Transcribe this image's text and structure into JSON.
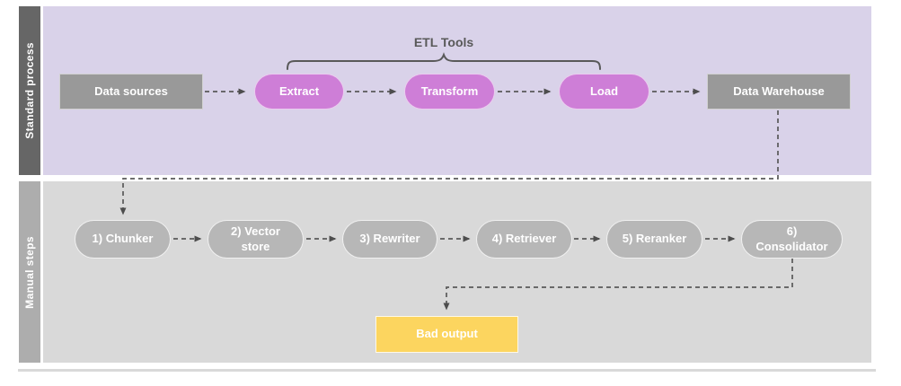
{
  "lanes": [
    {
      "label": "Standard process",
      "bracket_label": "ETL Tools",
      "nodes": [
        {
          "label": "Data sources"
        },
        {
          "label": "Extract"
        },
        {
          "label": "Transform"
        },
        {
          "label": "Load"
        },
        {
          "label": "Data Warehouse"
        }
      ]
    },
    {
      "label": "Manual steps",
      "nodes": [
        {
          "label": "1) Chunker"
        },
        {
          "label": "2) Vector store"
        },
        {
          "label": "3) Rewriter"
        },
        {
          "label": "4) Retriever"
        },
        {
          "label": "5) Reranker"
        },
        {
          "label": "6) Consolidator"
        },
        {
          "label": "Bad output"
        }
      ]
    }
  ],
  "colors": {
    "standard_lane_bg": "#d9d2e9",
    "manual_lane_bg": "#d9d9d9",
    "standard_label_bar": "#666666",
    "manual_label_bar": "#adadad",
    "process_box": "#999999",
    "etl_pill": "#ce7ed7",
    "manual_pill": "#b7b7b7",
    "bad_output_box": "#fcd55f",
    "connector": "#595959"
  }
}
